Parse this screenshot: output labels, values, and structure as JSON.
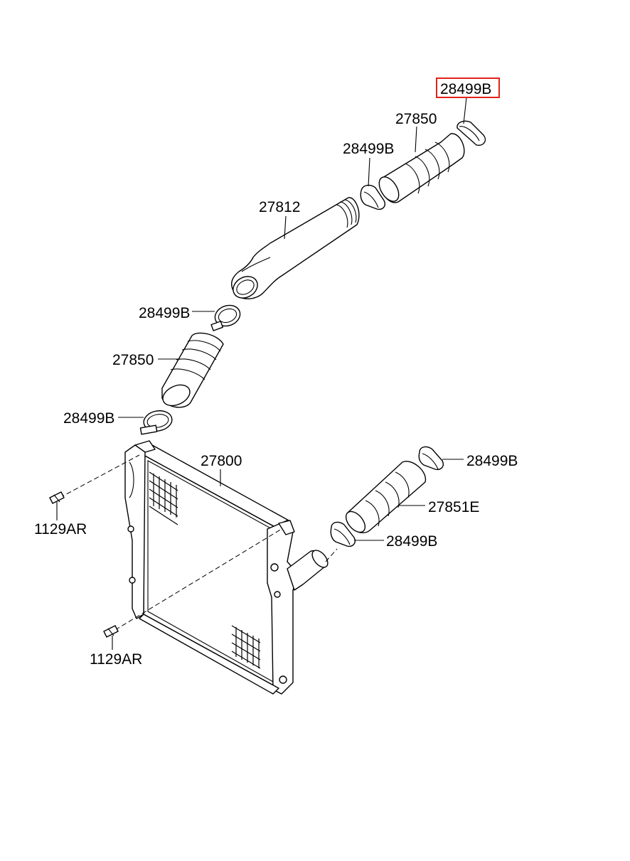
{
  "parts": [
    {
      "id": "p1",
      "label": "28499B",
      "highlighted": true
    },
    {
      "id": "p2",
      "label": "27850"
    },
    {
      "id": "p3",
      "label": "28499B"
    },
    {
      "id": "p4",
      "label": "27812"
    },
    {
      "id": "p5",
      "label": "28499B"
    },
    {
      "id": "p6",
      "label": "27850"
    },
    {
      "id": "p7",
      "label": "28499B"
    },
    {
      "id": "p8",
      "label": "27800"
    },
    {
      "id": "p9",
      "label": "28499B"
    },
    {
      "id": "p10",
      "label": "27851E"
    },
    {
      "id": "p11",
      "label": "28499B"
    },
    {
      "id": "p12",
      "label": "1129AR"
    },
    {
      "id": "p13",
      "label": "1129AR"
    }
  ],
  "colors": {
    "line": "#000000",
    "background": "#ffffff",
    "highlight": "#e2231a"
  }
}
